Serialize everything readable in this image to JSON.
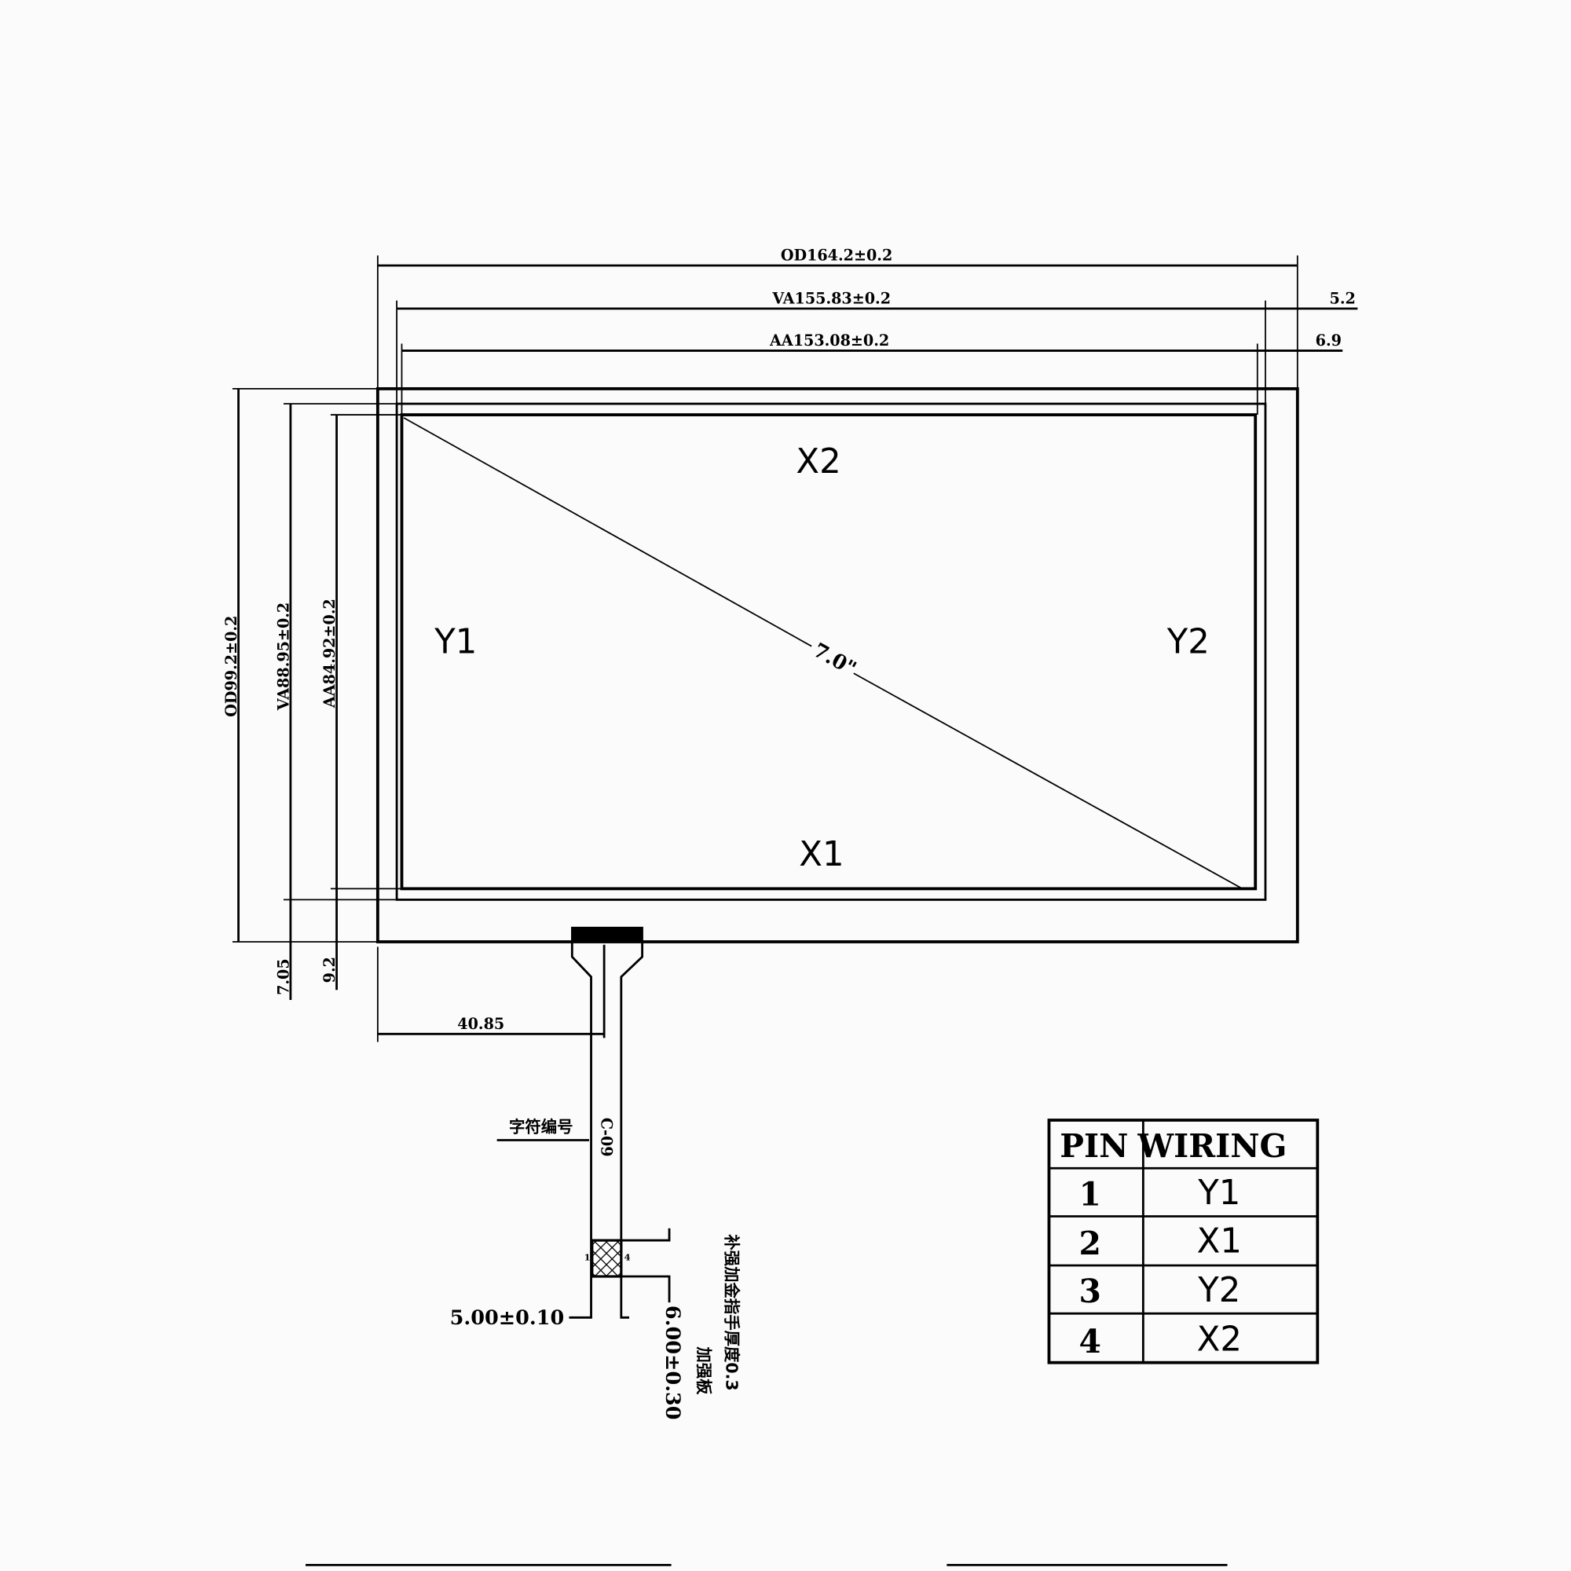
{
  "dimensions": {
    "od_width": "OD164.2±0.2",
    "va_width": "VA155.83±0.2",
    "aa_width": "AA153.08±0.2",
    "right_va_offset": "5.2",
    "right_aa_offset": "6.9",
    "od_height": "OD99.2±0.2",
    "va_height": "VA88.95±0.2",
    "aa_height": "AA84.92±0.2",
    "bottom_va_offset": "7.05",
    "bottom_aa_offset": "9.2",
    "tail_position": "40.85",
    "tail_width": "5.00±0.10",
    "finger_length": "6.00±0.30"
  },
  "labels": {
    "x2": "X2",
    "x1": "X1",
    "y1": "Y1",
    "y2": "Y2",
    "diagonal": "7.0\"",
    "char_code": "字符编号",
    "part_code": "C-09",
    "stiffener": "加强板",
    "stiffener_note": "补强加金指手厚度0.3",
    "pin1_mark": "1",
    "pin4_mark": "4"
  },
  "pin_table": {
    "headers": [
      "PIN",
      "WIRING"
    ],
    "rows": [
      {
        "pin": "1",
        "wiring": "Y1"
      },
      {
        "pin": "2",
        "wiring": "X1"
      },
      {
        "pin": "3",
        "wiring": "Y2"
      },
      {
        "pin": "4",
        "wiring": "X2"
      }
    ]
  }
}
